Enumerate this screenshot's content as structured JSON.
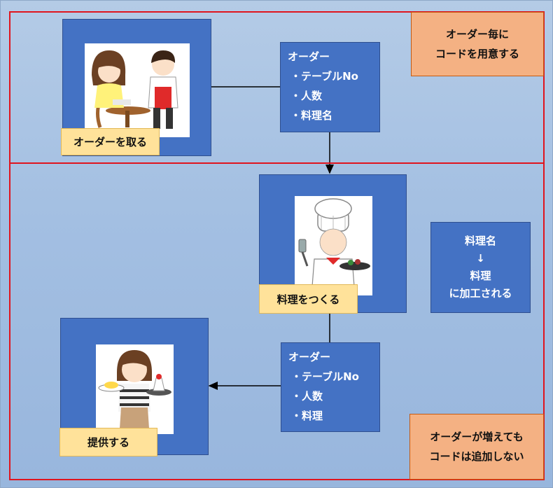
{
  "top_note": {
    "line1": "オーダー毎に",
    "line2": "コードを用意する"
  },
  "bottom_note": {
    "line1": "オーダーが増えても",
    "line2": "コードは追加しない"
  },
  "step1": {
    "label": "オーダーを取る"
  },
  "step2": {
    "label": "料理をつくる"
  },
  "step3": {
    "label": "提供する"
  },
  "order1": {
    "title": "オーダー",
    "items": [
      "・テーブルNo",
      "・人数",
      "・料理名"
    ]
  },
  "order2": {
    "title": "オーダー",
    "items": [
      "・テーブルNo",
      "・人数",
      "・料理"
    ]
  },
  "process": {
    "line1": "料理名",
    "arrow": "↓",
    "line2": "料理",
    "line3": "に加工される"
  },
  "colors": {
    "box_blue": "#4472c4",
    "note_orange": "#f4b183",
    "label_yellow": "#ffe29a",
    "frame_red": "#e0141e"
  }
}
